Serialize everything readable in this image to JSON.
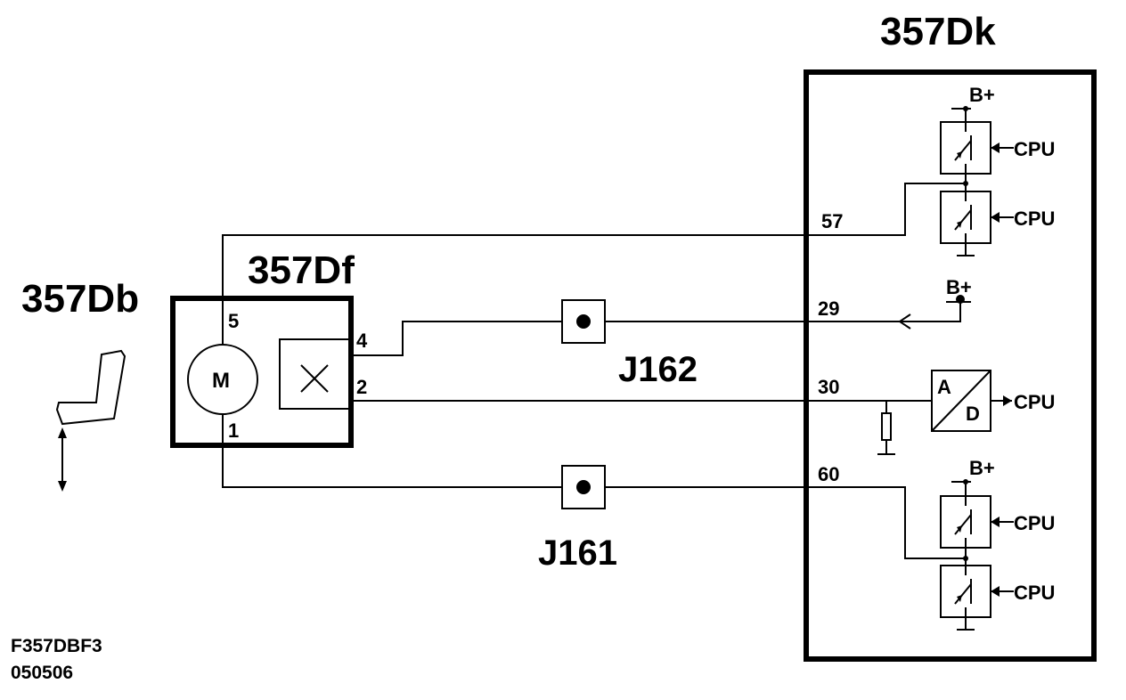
{
  "module": {
    "title": "357Dk"
  },
  "seat_switch": {
    "title": "357Db"
  },
  "motor_unit": {
    "title": "357Df",
    "motor_label": "M"
  },
  "motor_pins": {
    "p5": "5",
    "p4": "4",
    "p2": "2",
    "p1": "1"
  },
  "module_pins": {
    "p57": "57",
    "p29": "29",
    "p30": "30",
    "p60": "60"
  },
  "connectors": {
    "j162": "J162",
    "j161": "J161"
  },
  "supply_label": "B+",
  "cpu_label": "CPU",
  "adc": {
    "a": "A",
    "d": "D"
  },
  "footer": {
    "code": "F357DBF3",
    "date": "050506"
  }
}
